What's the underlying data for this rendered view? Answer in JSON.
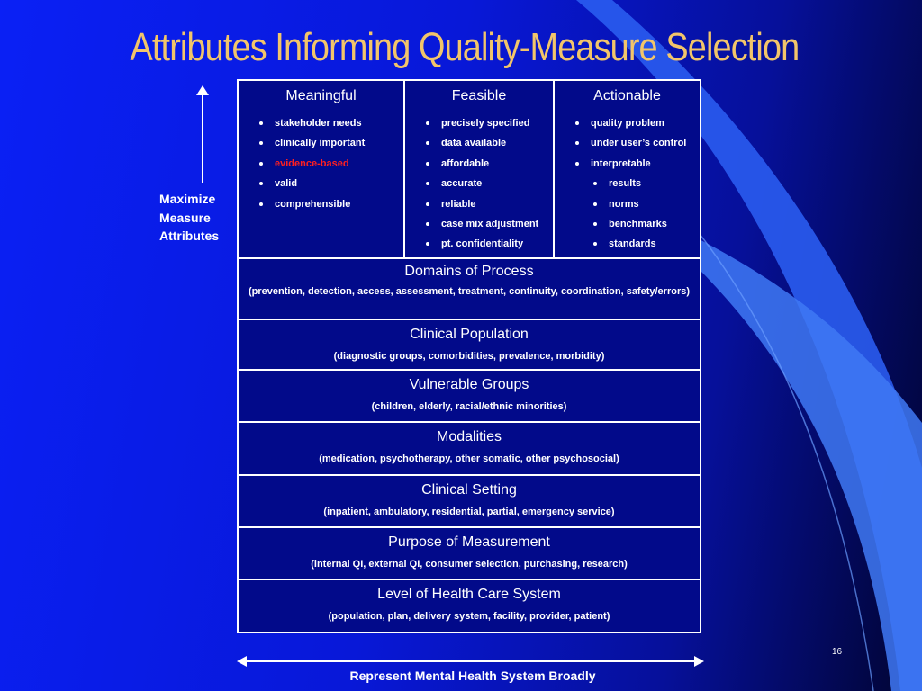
{
  "slide": {
    "title": "Attributes Informing Quality-Measure Selection",
    "page_number": "16",
    "colors": {
      "title": "#f2c56a",
      "highlight": "#ff2020",
      "background": "#0818d8"
    }
  },
  "side_axis": {
    "label_lines": [
      "Maximize",
      "Measure",
      "Attributes"
    ]
  },
  "bottom_axis": {
    "label": "Represent Mental Health System Broadly"
  },
  "attributes": {
    "meaningful": {
      "heading": "Meaningful",
      "items": [
        "stakeholder needs",
        "clinically important",
        "evidence-based",
        "valid",
        "comprehensible"
      ]
    },
    "feasible": {
      "heading": "Feasible",
      "items": [
        "precisely specified",
        "data available",
        "affordable",
        "accurate",
        "reliable",
        "case mix adjustment",
        "pt. confidentiality"
      ]
    },
    "actionable": {
      "heading": "Actionable",
      "items": [
        "quality problem",
        "under user’s control",
        "interpretable"
      ],
      "sub_items": [
        "results",
        "norms",
        "benchmarks",
        "standards"
      ]
    }
  },
  "domains": [
    {
      "heading": "Domains of Process",
      "detail": "(prevention, detection, access, assessment, treatment, continuity, coordination, safety/errors)"
    },
    {
      "heading": "Clinical Population",
      "detail": "(diagnostic groups, comorbidities, prevalence, morbidity)"
    },
    {
      "heading": "Vulnerable Groups",
      "detail": "(children, elderly, racial/ethnic minorities)"
    },
    {
      "heading": "Modalities",
      "detail": "(medication, psychotherapy, other somatic, other psychosocial)"
    },
    {
      "heading": "Clinical Setting",
      "detail": "(inpatient, ambulatory, residential, partial, emergency service)"
    },
    {
      "heading": "Purpose of Measurement",
      "detail": "(internal QI, external QI, consumer selection, purchasing, research)"
    },
    {
      "heading": "Level of Health Care System",
      "detail": "(population, plan, delivery system, facility, provider, patient)"
    }
  ]
}
